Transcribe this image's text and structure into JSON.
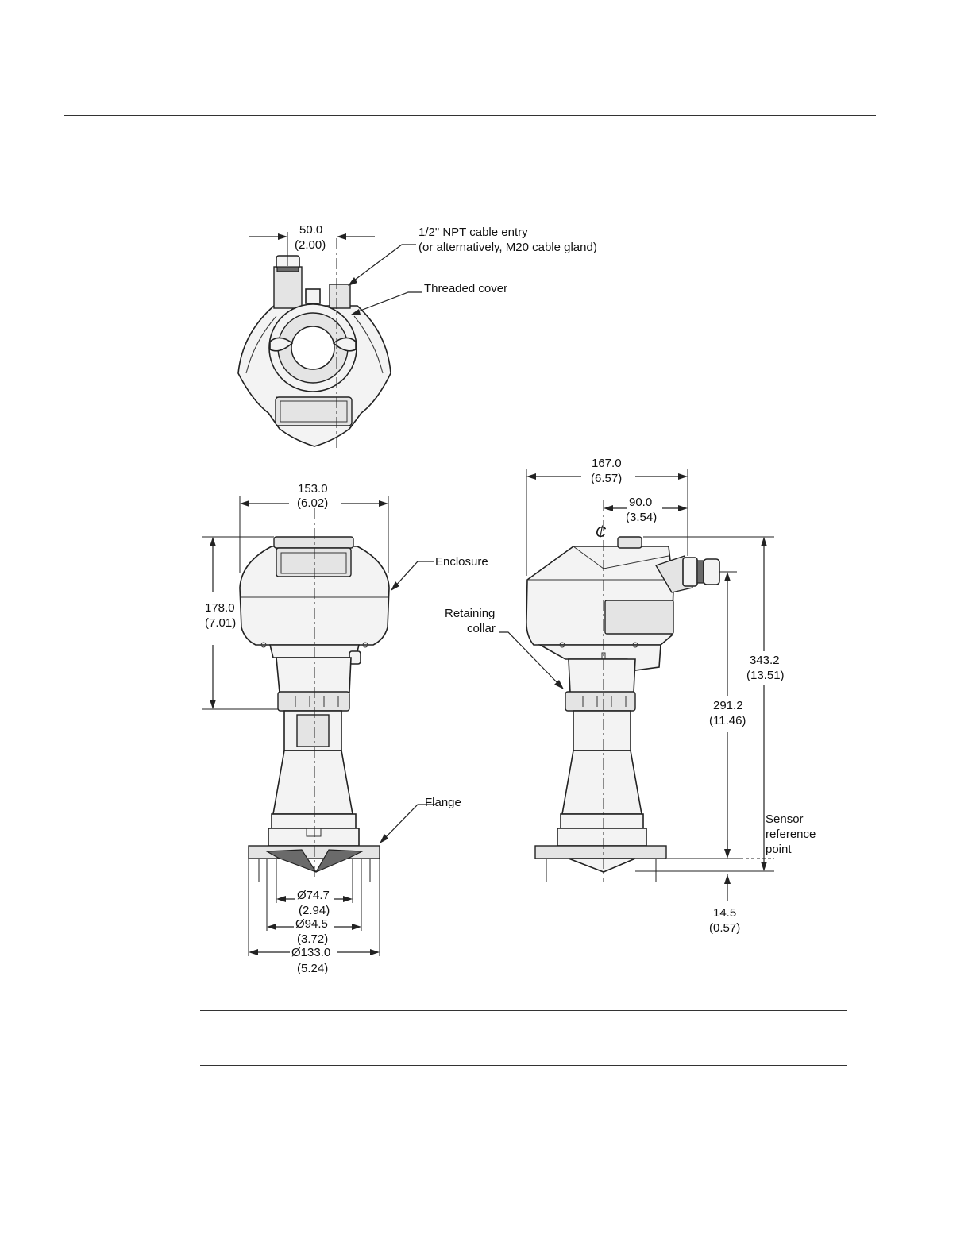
{
  "top_view": {
    "dim_width": "50.0",
    "dim_width_in": "(2.00)",
    "callout_cable_line1": "1/2\" NPT cable entry",
    "callout_cable_line2": "(or alternatively, M20 cable gland)",
    "callout_cover": "Threaded cover"
  },
  "front_view": {
    "dim_width": "153.0",
    "dim_width_in": "(6.02)",
    "dim_height": "178.0",
    "dim_height_in": "(7.01)",
    "callout_enclosure": "Enclosure",
    "callout_flange": "Flange",
    "dim_d1": "Ø74.7",
    "dim_d1_in": "(2.94)",
    "dim_d2": "Ø94.5",
    "dim_d2_in": "(3.72)",
    "dim_d3": "Ø133.0",
    "dim_d3_in": "(5.24)"
  },
  "side_view": {
    "dim_width": "167.0",
    "dim_width_in": "(6.57)",
    "dim_offset": "90.0",
    "dim_offset_in": "(3.54)",
    "centerline_symbol": "₵",
    "callout_collar_line1": "Retaining",
    "callout_collar_line2": "collar",
    "dim_total": "343.2",
    "dim_total_in": "(13.51)",
    "dim_ref": "291.2",
    "dim_ref_in": "(11.46)",
    "callout_sensor_line1": "Sensor",
    "callout_sensor_line2": "reference",
    "callout_sensor_line3": "point",
    "dim_tip": "14.5",
    "dim_tip_in": "(0.57)"
  }
}
